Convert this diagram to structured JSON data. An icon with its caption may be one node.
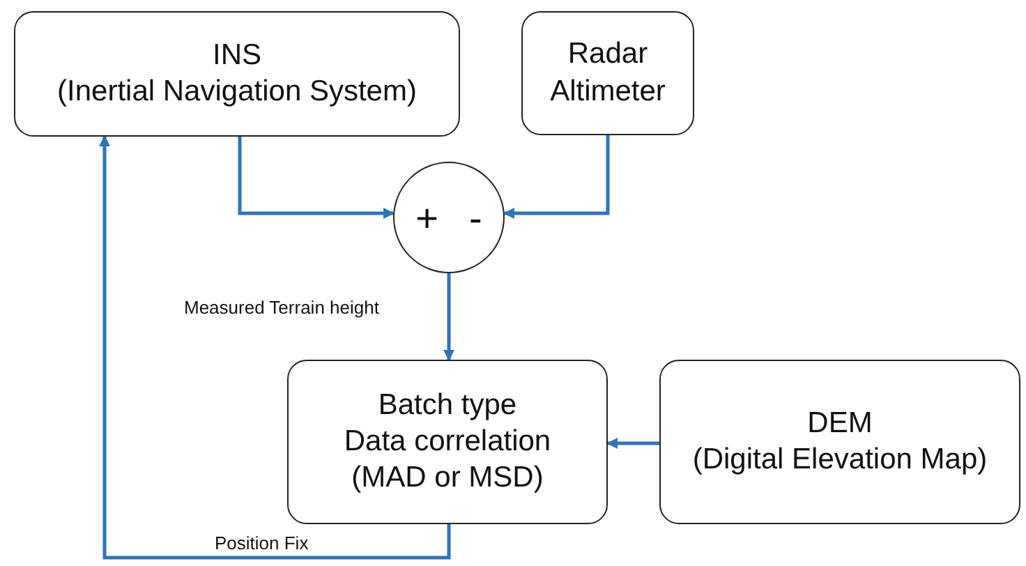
{
  "diagram": {
    "nodes": [
      {
        "text": [
          "INS",
          "(Inertial Navigation System)"
        ]
      },
      {
        "text": [
          "Radar Altimeter"
        ]
      },
      {
        "text": [
          "+",
          "-"
        ]
      },
      {
        "text": [
          "Batch type",
          "Data correlation (MAD or MSD)"
        ]
      },
      {
        "text": [
          "DEM",
          "(Digital Elevation Map)"
        ]
      }
    ],
    "edges": [
      {
        "from": 0,
        "to": 2,
        "arrow": "to"
      },
      {
        "from": 1,
        "to": 2,
        "arrow": "to"
      },
      {
        "from": 2,
        "to": 3,
        "arrow": "to",
        "label": "Measured Terrain height"
      },
      {
        "from": 4,
        "to": 3,
        "arrow": "to"
      },
      {
        "from": 3,
        "to": 0,
        "arrow": "to",
        "label": "Position Fix"
      }
    ]
  }
}
